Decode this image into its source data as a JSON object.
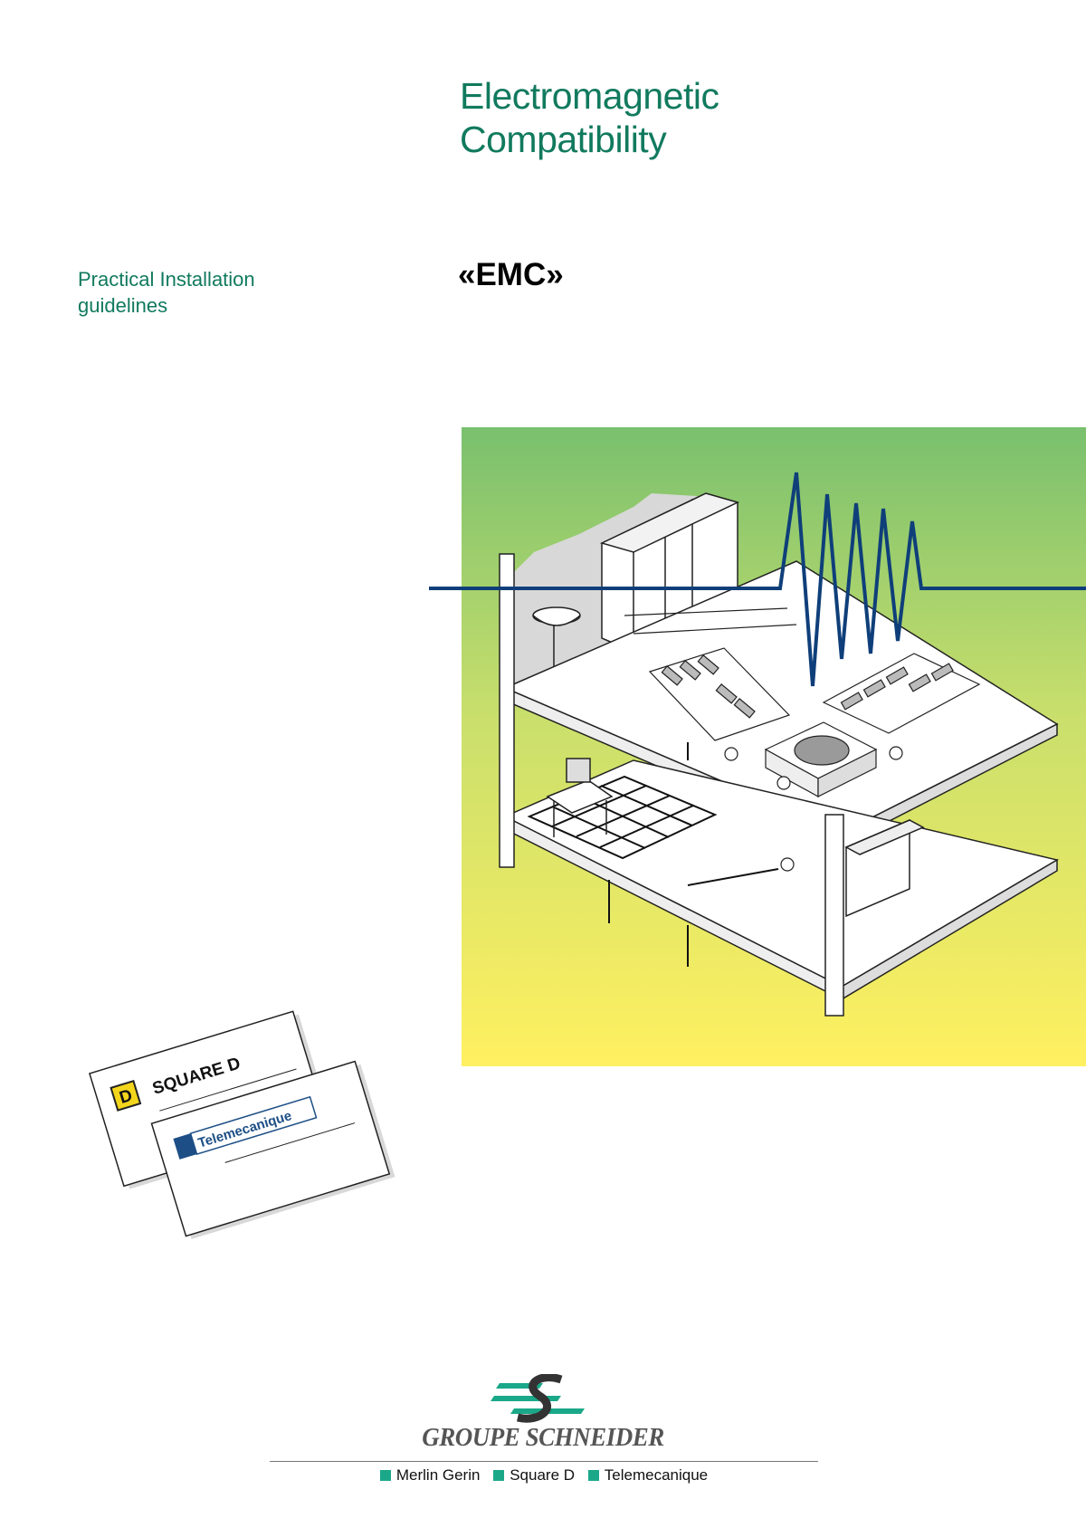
{
  "title": {
    "line1": "Electromagnetic",
    "line2": "Compatibility"
  },
  "subtitle": {
    "line1": "Practical Installation",
    "line2": "guidelines"
  },
  "acronym": "«EMC»",
  "cards": {
    "card1_brand": "SQUARE D",
    "card1_emblem": "D",
    "card2_brand": "Telemecanique"
  },
  "footer": {
    "group_name": "GROUPE SCHNEIDER",
    "brands": [
      "Merlin Gerin",
      "Square D",
      "Telemecanique"
    ]
  },
  "colors": {
    "heading": "#117a5e",
    "accent": "#1aa889",
    "signal_line": "#0f3f7a",
    "gradient_top": "#79c06e",
    "gradient_bottom": "#fff060"
  }
}
